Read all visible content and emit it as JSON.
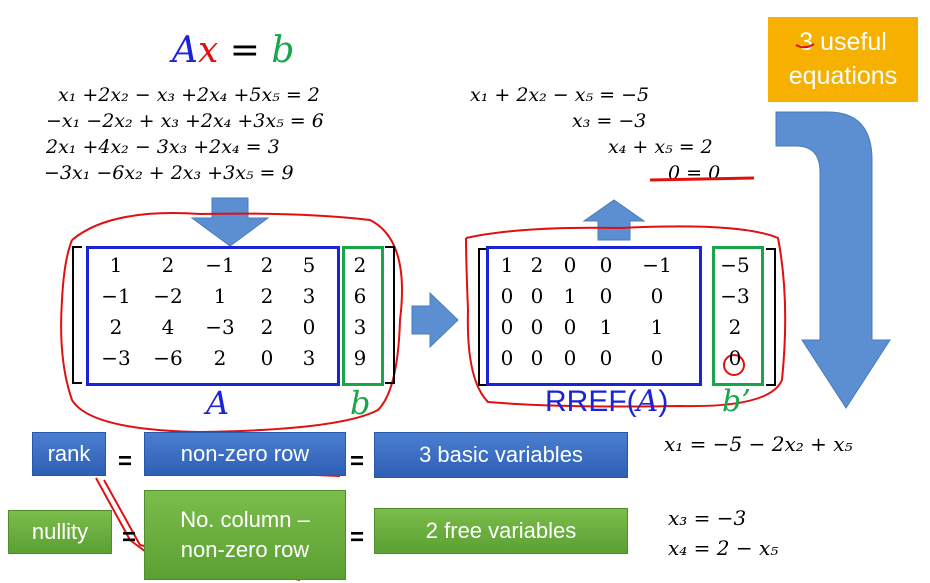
{
  "top_equation": {
    "A": "A",
    "x": "x",
    "eq": " = ",
    "b": "b"
  },
  "system": [
    "x₁   +2x₂ −  x₃  +2x₄ +5x₅ = 2",
    "−x₁  −2x₂ +  x₃  +2x₄ +3x₅ = 6",
    "2x₁  +4x₂ − 3x₃ +2x₄          = 3",
    "−3x₁ −6x₂ + 2x₃          +3x₅ = 9"
  ],
  "rref_system": [
    "x₁ + 2x₂            − x₅ = −5",
    "x₃                 = −3",
    "x₄ + x₅ =   2",
    "0 =   0"
  ],
  "matrix_A": [
    [
      "1",
      "2",
      "−1",
      "2",
      "5"
    ],
    [
      "−1",
      "−2",
      "1",
      "2",
      "3"
    ],
    [
      "2",
      "4",
      "−3",
      "2",
      "0"
    ],
    [
      "−3",
      "−6",
      "2",
      "0",
      "3"
    ]
  ],
  "vector_b": [
    "2",
    "6",
    "3",
    "9"
  ],
  "matrix_rref": [
    [
      "1",
      "2",
      "0",
      "0",
      "−1"
    ],
    [
      "0",
      "0",
      "1",
      "0",
      "0"
    ],
    [
      "0",
      "0",
      "0",
      "1",
      "1"
    ],
    [
      "0",
      "0",
      "0",
      "0",
      "0"
    ]
  ],
  "vector_bprime": [
    "−5",
    "−3",
    "2",
    "0"
  ],
  "labels": {
    "A": "A",
    "b": "b",
    "rref": "RREF(",
    "rref_A": "A",
    "rref_close": ")",
    "bprime": "b’"
  },
  "useful_box": {
    "line1": "3 useful",
    "line2": "equations"
  },
  "boxes": {
    "rank": "rank",
    "nonzero_row": "non-zero row",
    "basic_vars": "3 basic variables",
    "nullity": "nullity",
    "no_column_1": "No. column –",
    "no_column_2": "non-zero row",
    "free_vars": "2 free variables",
    "equals": "="
  },
  "solutions": [
    "x₁ = −5 − 2x₂ + x₅",
    "x₃ = −3",
    "x₄ = 2 − x₅"
  ],
  "colors": {
    "blue": "#1a23d6",
    "green": "#19a64a",
    "red": "#e01010",
    "arrow": "#5b8fd1",
    "orange": "#f5b000"
  }
}
